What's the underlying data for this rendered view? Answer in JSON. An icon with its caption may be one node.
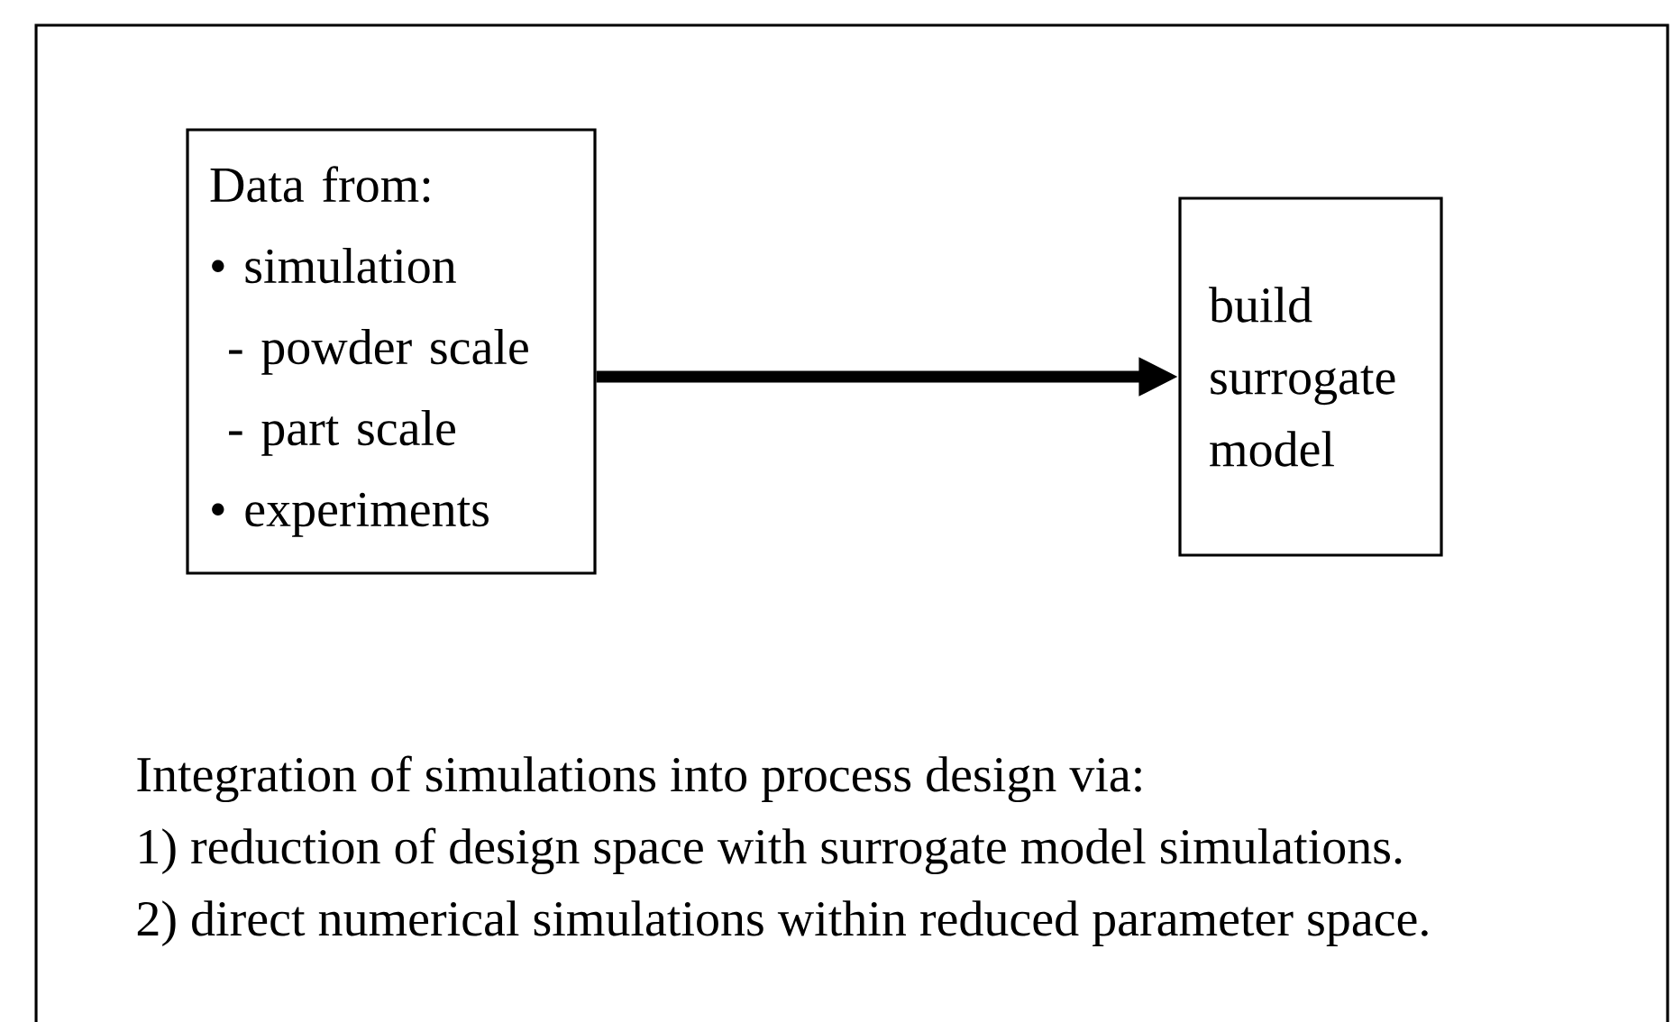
{
  "diagram": {
    "nodes": [
      {
        "text": [
          "Data from:",
          "• simulation",
          "- powder scale",
          "- part scale",
          "• experiments"
        ]
      },
      {
        "text": [
          "build surrogate model"
        ]
      }
    ],
    "edges": [
      {
        "from": 0,
        "to": 1,
        "arrow": "to"
      }
    ],
    "labels": [
      "Integration of simulations into process design via:",
      "1) reduction of design space with surrogate model simulations.",
      "2) direct numerical simulations within reduced parameter space."
    ]
  }
}
